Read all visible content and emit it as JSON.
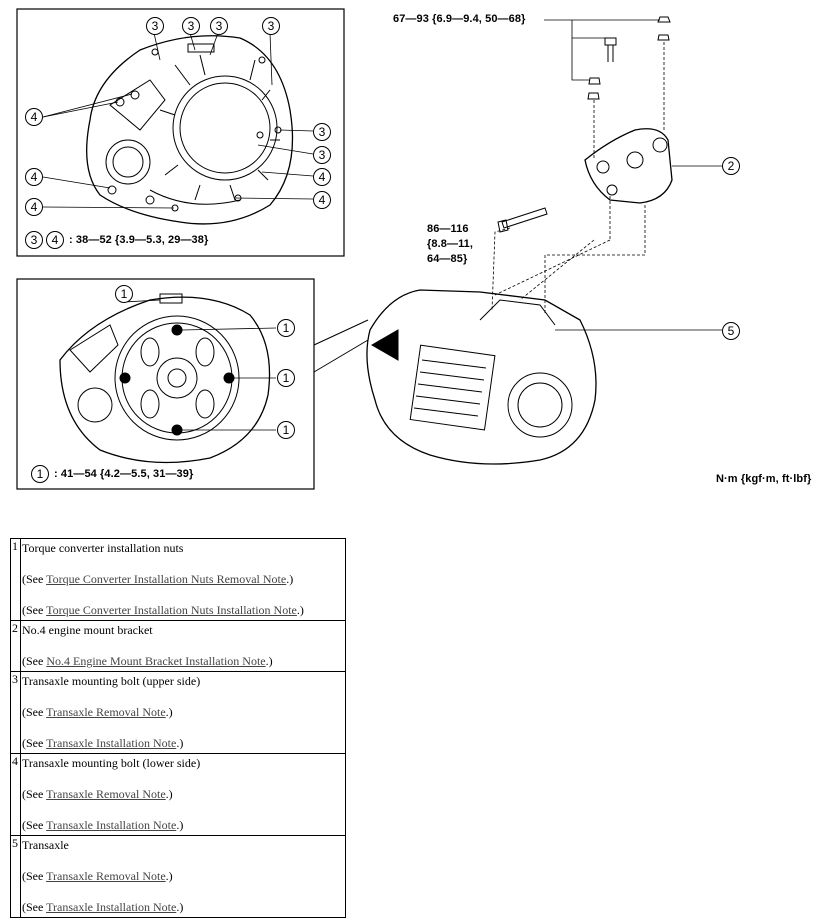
{
  "callouts": {
    "bracket_torque": "67—93 {6.9—9.4, 50—68}",
    "upper_torque_a": "86—116",
    "upper_torque_b": "{8.8—11,",
    "upper_torque_c": "64—85}",
    "bolts_3_4_torque": ": 38—52 {3.9—5.3, 29—38}",
    "nuts_1_torque": ": 41—54 {4.2—5.5, 31—39}",
    "units": "N·m {kgf·m, ft·lbf}"
  },
  "markers": {
    "n1": "1",
    "n2": "2",
    "n3": "3",
    "n4": "4",
    "n5": "5"
  },
  "parts": [
    {
      "num": "1",
      "name": "Torque converter installation nuts",
      "refs": [
        {
          "prefix": "(See ",
          "link": "Torque Converter Installation Nuts Removal Note",
          "suffix": ".)"
        },
        {
          "prefix": "(See ",
          "link": "Torque Converter Installation Nuts Installation Note",
          "suffix": ".)"
        }
      ]
    },
    {
      "num": "2",
      "name": "No.4 engine mount bracket",
      "refs": [
        {
          "prefix": "(See ",
          "link": "No.4 Engine Mount Bracket Installation Note",
          "suffix": ".)"
        }
      ]
    },
    {
      "num": "3",
      "name": "Transaxle mounting bolt (upper side)",
      "refs": [
        {
          "prefix": "(See ",
          "link": "Transaxle Removal Note",
          "suffix": ".)"
        },
        {
          "prefix": "(See ",
          "link": "Transaxle Installation Note",
          "suffix": ".)"
        }
      ]
    },
    {
      "num": "4",
      "name": "Transaxle mounting bolt (lower side)",
      "refs": [
        {
          "prefix": "(See ",
          "link": "Transaxle Removal Note",
          "suffix": ".)"
        },
        {
          "prefix": "(See ",
          "link": "Transaxle Installation Note",
          "suffix": ".)"
        }
      ]
    },
    {
      "num": "5",
      "name": "Transaxle",
      "refs": [
        {
          "prefix": "(See ",
          "link": "Transaxle Removal Note",
          "suffix": ".)"
        },
        {
          "prefix": "(See ",
          "link": "Transaxle Installation Note",
          "suffix": ".)"
        }
      ]
    }
  ]
}
